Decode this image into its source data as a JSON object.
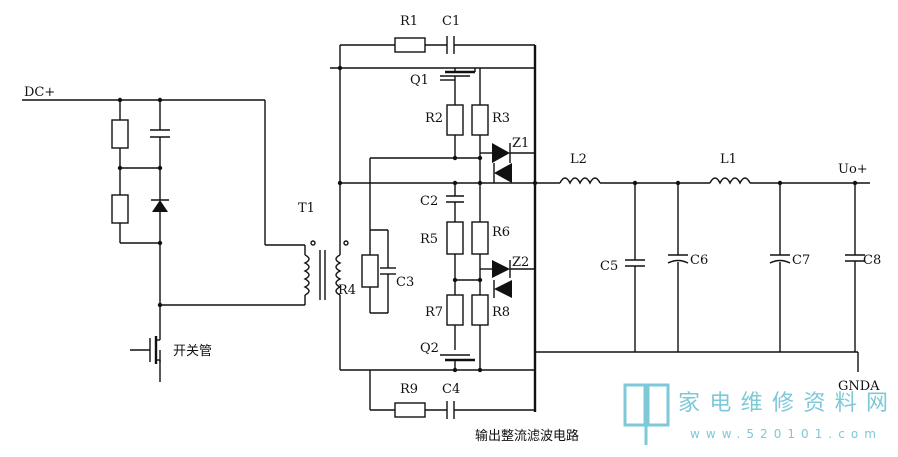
{
  "labels": {
    "dc_plus": "DC+",
    "t1": "T1",
    "r1": "R1",
    "c1": "C1",
    "q1": "Q1",
    "r2": "R2",
    "r3": "R3",
    "z1": "Z1",
    "c2": "C2",
    "r5": "R5",
    "r6": "R6",
    "z2": "Z2",
    "r7": "R7",
    "r8": "R8",
    "q2": "Q2",
    "r9": "R9",
    "c4": "C4",
    "r4": "R4",
    "c3": "C3",
    "l2": "L2",
    "l1": "L1",
    "c5": "C5",
    "c6": "C6",
    "c7": "C7",
    "c8": "C8",
    "uo_plus": "Uo+",
    "gnda": "GNDA",
    "switch_tube": "开关管",
    "section_caption": "输出整流滤波电路"
  },
  "watermark": {
    "title": "家电维修资料网",
    "url": "www.520101.com"
  },
  "colors": {
    "ink": "#111111",
    "watermark": "#7ec8d8"
  }
}
